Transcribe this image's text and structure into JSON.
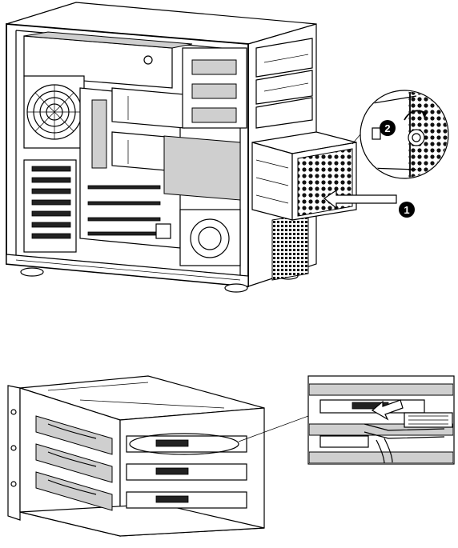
{
  "figures": [
    {
      "id": "chassis",
      "callouts": [
        "1",
        "2"
      ]
    },
    {
      "id": "drive-cage",
      "callouts": []
    }
  ],
  "colors": {
    "line": "#000000",
    "fill": "#ffffff",
    "shade": "#cfcfcf"
  }
}
